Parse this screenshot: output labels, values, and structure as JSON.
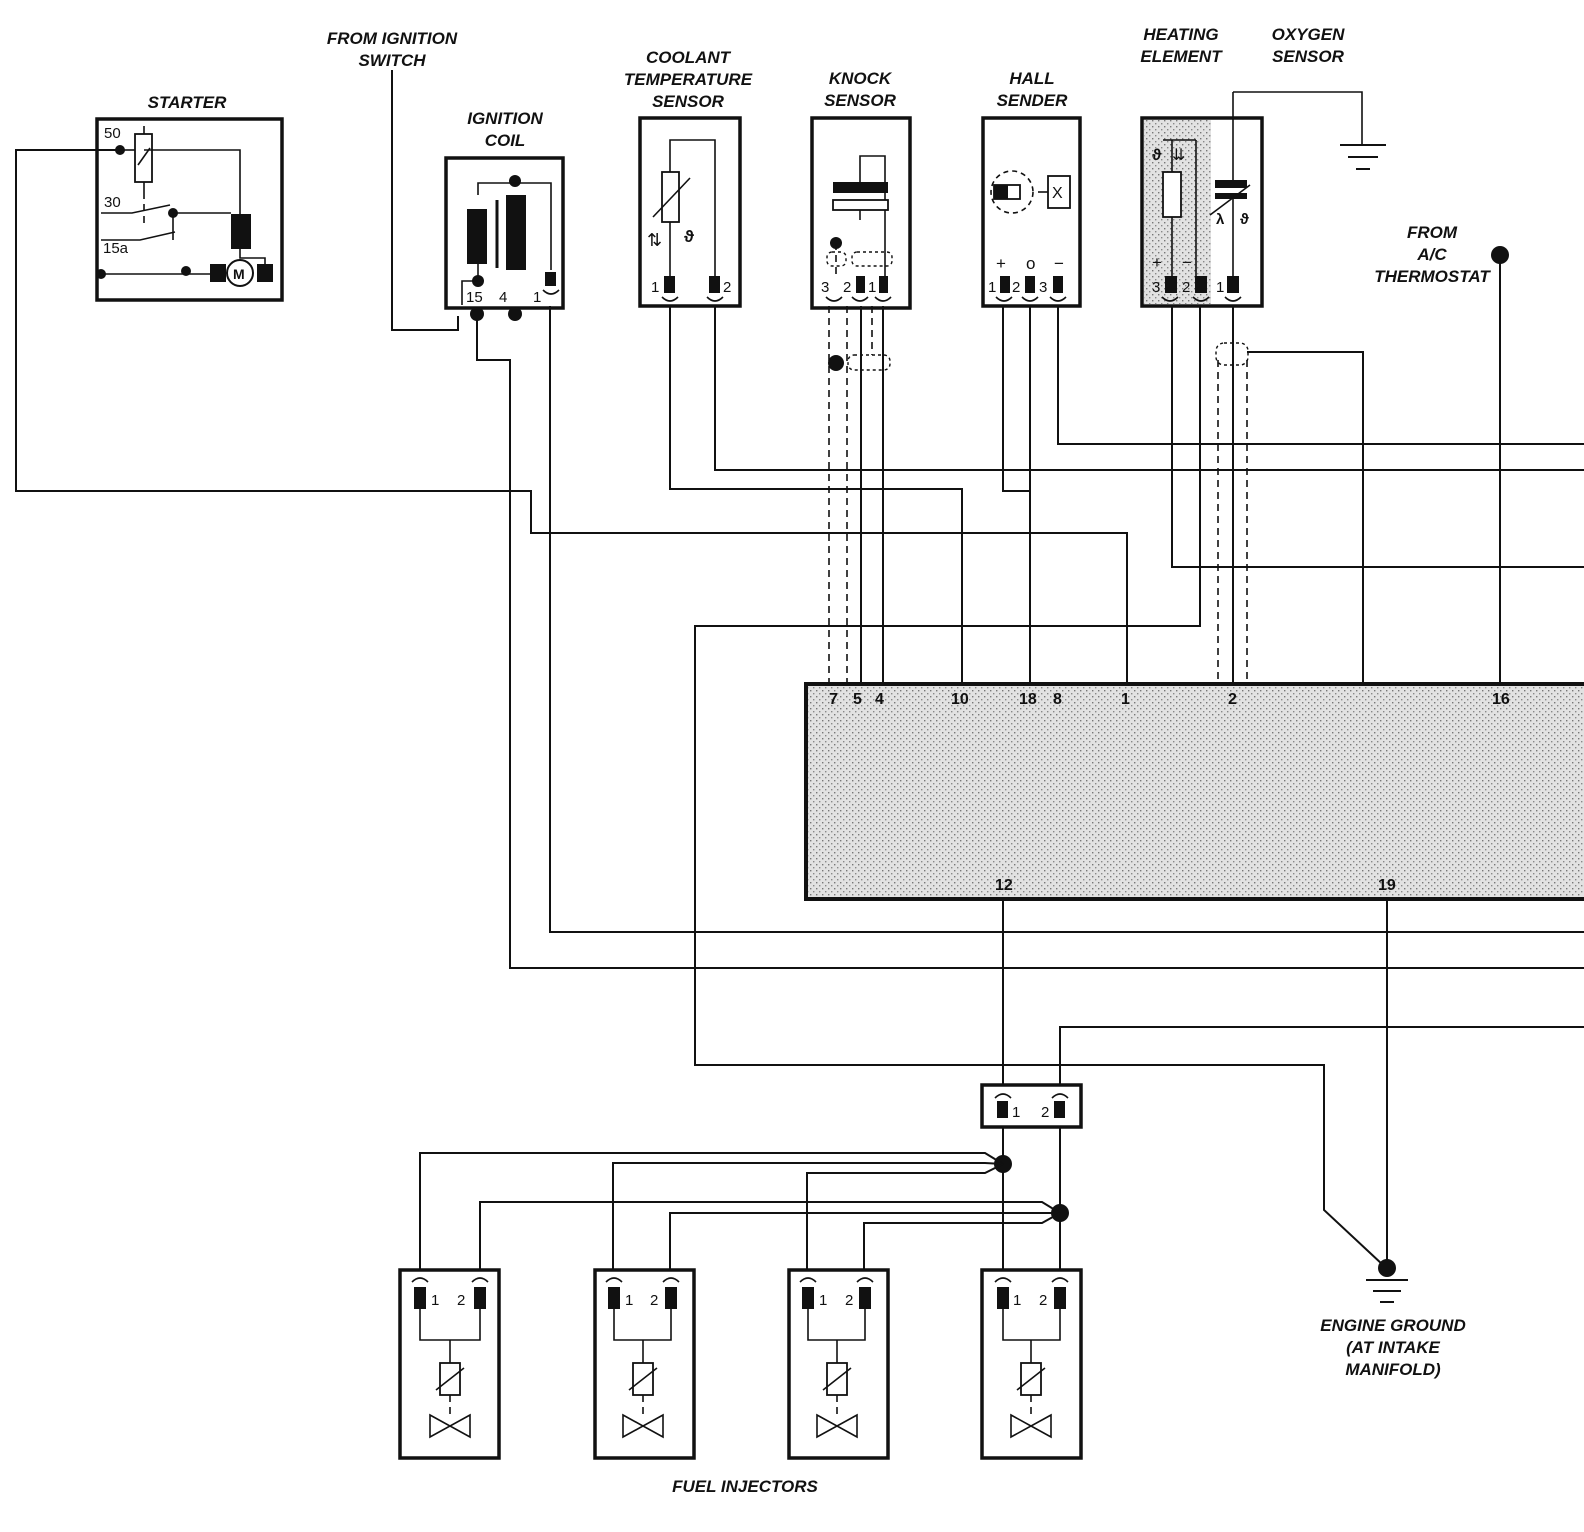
{
  "labels": {
    "starter": "STARTER",
    "ignition_switch": [
      "FROM IGNITION",
      "SWITCH"
    ],
    "ignition_coil": [
      "IGNITION",
      "COIL"
    ],
    "coolant_sensor": [
      "COOLANT",
      "TEMPERATURE",
      "SENSOR"
    ],
    "knock_sensor": [
      "KNOCK",
      "SENSOR"
    ],
    "hall_sender": [
      "HALL",
      "SENDER"
    ],
    "heating_element": [
      "HEATING",
      "ELEMENT"
    ],
    "oxygen_sensor": [
      "OXYGEN",
      "SENSOR"
    ],
    "ac_thermostat": [
      "FROM",
      "A/C",
      "THERMOSTAT"
    ],
    "engine_ground": [
      "ENGINE GROUND",
      "(AT INTAKE",
      "MANIFOLD)"
    ],
    "fuel_injectors": "FUEL INJECTORS"
  },
  "starter_terminals": [
    "50",
    "30",
    "15a"
  ],
  "starter_motor_symbol": "M",
  "coil_terminals": [
    "15",
    "4",
    "1"
  ],
  "coolant_pins": [
    "1",
    "2"
  ],
  "knock_pins": [
    "3",
    "2",
    "1"
  ],
  "hall_pins": [
    "1",
    "2",
    "3"
  ],
  "hall_polarity": [
    "+",
    "o",
    "−"
  ],
  "heater_pins": [
    "3",
    "2",
    "1"
  ],
  "heater_polarity": [
    "+",
    "−"
  ],
  "o2_symbols": [
    "λ",
    "ϑ"
  ],
  "temp_symbol": "ϑ",
  "hall_symbol": "X",
  "ecu_top_pins": [
    "7",
    "5",
    "4",
    "10",
    "18",
    "8",
    "1",
    "2",
    "16"
  ],
  "ecu_bottom_pins": [
    "12",
    "19"
  ],
  "injector_connector_pins": [
    "1",
    "2"
  ],
  "injector_pins": [
    "1",
    "2"
  ]
}
